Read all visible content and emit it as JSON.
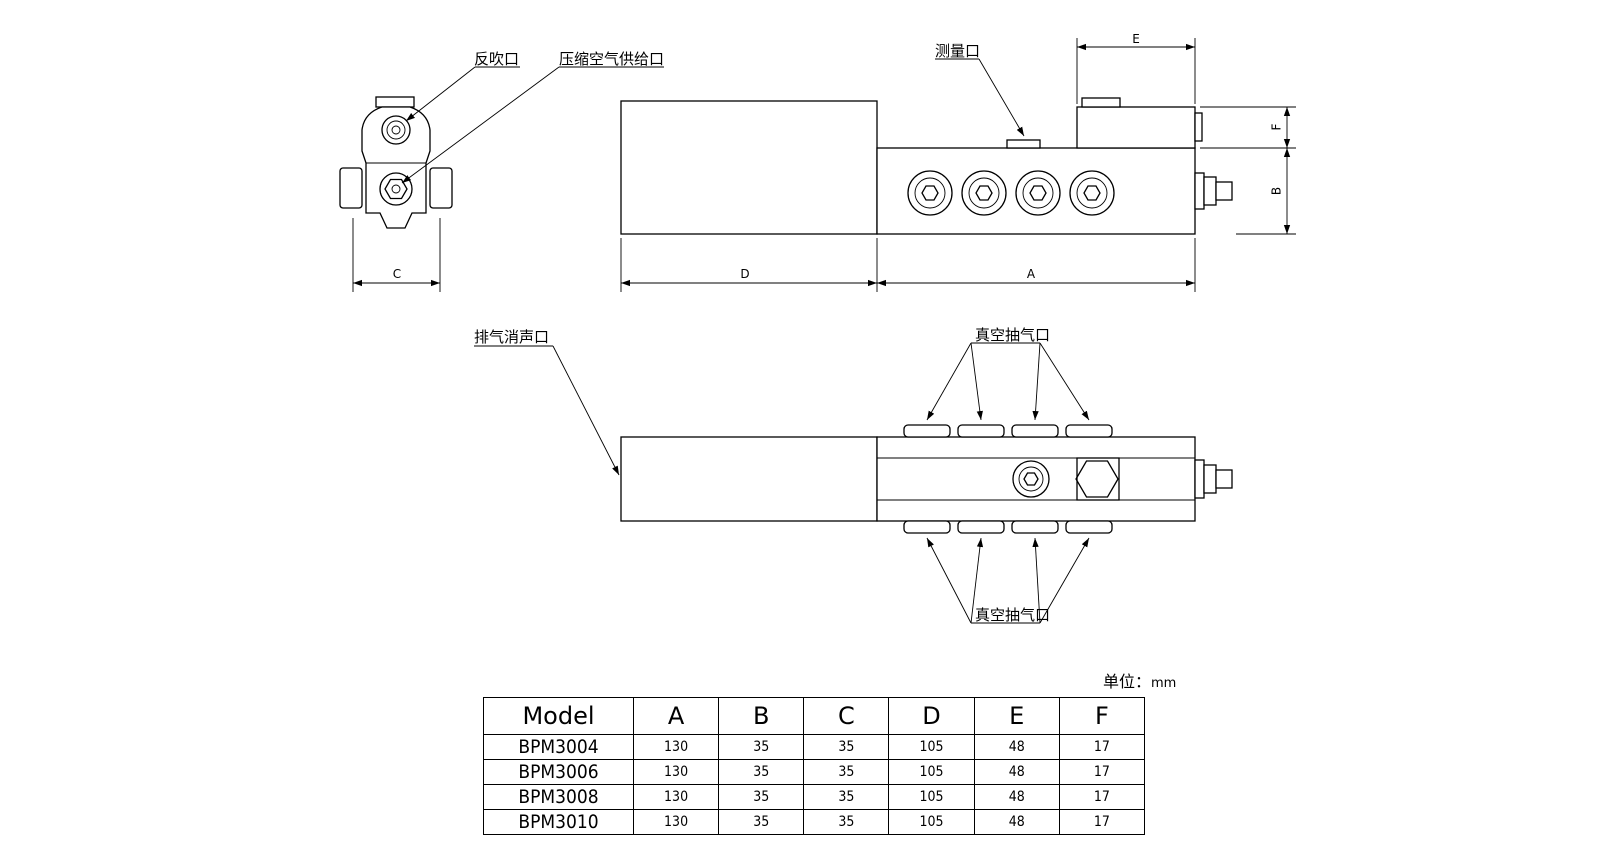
{
  "labels": {
    "blowback_port": "反吹口",
    "compressed_air_port": "压缩空气供给口",
    "measure_port": "测量口",
    "exhaust_port": "排气消声口",
    "vacuum_port_top": "真空抽气口",
    "vacuum_port_bottom": "真空抽气口"
  },
  "dimensions": {
    "A": "A",
    "B": "B",
    "C": "C",
    "D": "D",
    "E": "E",
    "F": "F"
  },
  "unit": {
    "label": "单位：",
    "value": "mm"
  },
  "table": {
    "headers": [
      "Model",
      "A",
      "B",
      "C",
      "D",
      "E",
      "F"
    ],
    "rows": [
      {
        "model": "BPM3004",
        "A": "130",
        "B": "35",
        "C": "35",
        "D": "105",
        "E": "48",
        "F": "17"
      },
      {
        "model": "BPM3006",
        "A": "130",
        "B": "35",
        "C": "35",
        "D": "105",
        "E": "48",
        "F": "17"
      },
      {
        "model": "BPM3008",
        "A": "130",
        "B": "35",
        "C": "35",
        "D": "105",
        "E": "48",
        "F": "17"
      },
      {
        "model": "BPM3010",
        "A": "130",
        "B": "35",
        "C": "35",
        "D": "105",
        "E": "48",
        "F": "17"
      }
    ]
  }
}
